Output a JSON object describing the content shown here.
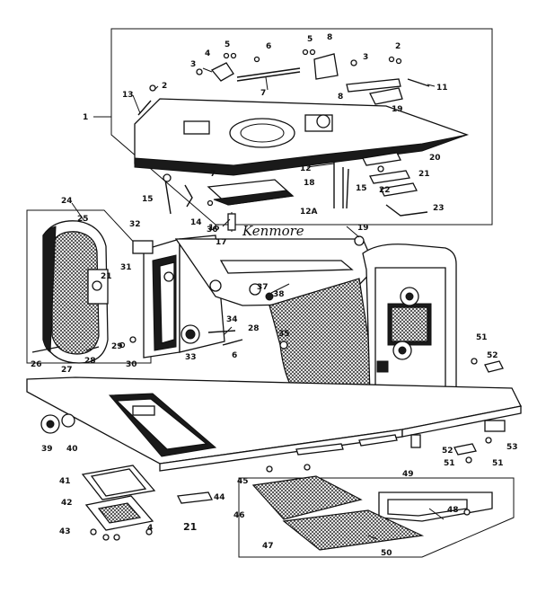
{
  "brand_script": "Kenmore",
  "callouts": [
    {
      "id": "c1",
      "text": "1"
    },
    {
      "id": "c2a",
      "text": "2"
    },
    {
      "id": "c2b",
      "text": "2"
    },
    {
      "id": "c3a",
      "text": "3"
    },
    {
      "id": "c3b",
      "text": "3"
    },
    {
      "id": "c4",
      "text": "4"
    },
    {
      "id": "c5a",
      "text": "5"
    },
    {
      "id": "c5b",
      "text": "5"
    },
    {
      "id": "c6",
      "text": "6"
    },
    {
      "id": "c7a",
      "text": "7"
    },
    {
      "id": "c7b",
      "text": "7"
    },
    {
      "id": "c8a",
      "text": "8"
    },
    {
      "id": "c8b",
      "text": "8"
    },
    {
      "id": "c11",
      "text": "11"
    },
    {
      "id": "c12",
      "text": "12"
    },
    {
      "id": "c12a",
      "text": "12A"
    },
    {
      "id": "c13",
      "text": "13"
    },
    {
      "id": "c14",
      "text": "14"
    },
    {
      "id": "c15a",
      "text": "15"
    },
    {
      "id": "c15b",
      "text": "15"
    },
    {
      "id": "c16",
      "text": "16"
    },
    {
      "id": "c17",
      "text": "17"
    },
    {
      "id": "c18",
      "text": "18"
    },
    {
      "id": "c19a",
      "text": "19"
    },
    {
      "id": "c19b",
      "text": "19"
    },
    {
      "id": "c20",
      "text": "20"
    },
    {
      "id": "c21a",
      "text": "21"
    },
    {
      "id": "c21b",
      "text": "21"
    },
    {
      "id": "c21c",
      "text": "21"
    },
    {
      "id": "c22",
      "text": "22"
    },
    {
      "id": "c23",
      "text": "23"
    },
    {
      "id": "c24",
      "text": "24"
    },
    {
      "id": "c25",
      "text": "25"
    },
    {
      "id": "c26",
      "text": "26"
    },
    {
      "id": "c27",
      "text": "27"
    },
    {
      "id": "c28a",
      "text": "28"
    },
    {
      "id": "c28b",
      "text": "28"
    },
    {
      "id": "c29",
      "text": "29"
    },
    {
      "id": "c30",
      "text": "30"
    },
    {
      "id": "c31",
      "text": "31"
    },
    {
      "id": "c32",
      "text": "32"
    },
    {
      "id": "c33",
      "text": "33"
    },
    {
      "id": "c34",
      "text": "34"
    },
    {
      "id": "c35",
      "text": "35"
    },
    {
      "id": "c36",
      "text": "36"
    },
    {
      "id": "c37",
      "text": "37"
    },
    {
      "id": "c38",
      "text": "38"
    },
    {
      "id": "c39",
      "text": "39"
    },
    {
      "id": "c40",
      "text": "40"
    },
    {
      "id": "c41",
      "text": "41"
    },
    {
      "id": "c42",
      "text": "42"
    },
    {
      "id": "c43",
      "text": "43"
    },
    {
      "id": "c44",
      "text": "44"
    },
    {
      "id": "c45",
      "text": "45"
    },
    {
      "id": "c46",
      "text": "46"
    },
    {
      "id": "c47",
      "text": "47"
    },
    {
      "id": "c48",
      "text": "48"
    },
    {
      "id": "c49",
      "text": "49"
    },
    {
      "id": "c50",
      "text": "50"
    },
    {
      "id": "c51a",
      "text": "51"
    },
    {
      "id": "c51b",
      "text": "51"
    },
    {
      "id": "c51c",
      "text": "51"
    },
    {
      "id": "c52a",
      "text": "52"
    },
    {
      "id": "c52b",
      "text": "52"
    },
    {
      "id": "c53",
      "text": "53"
    },
    {
      "id": "c6b",
      "text": "6"
    },
    {
      "id": "c4b",
      "text": "4"
    }
  ]
}
